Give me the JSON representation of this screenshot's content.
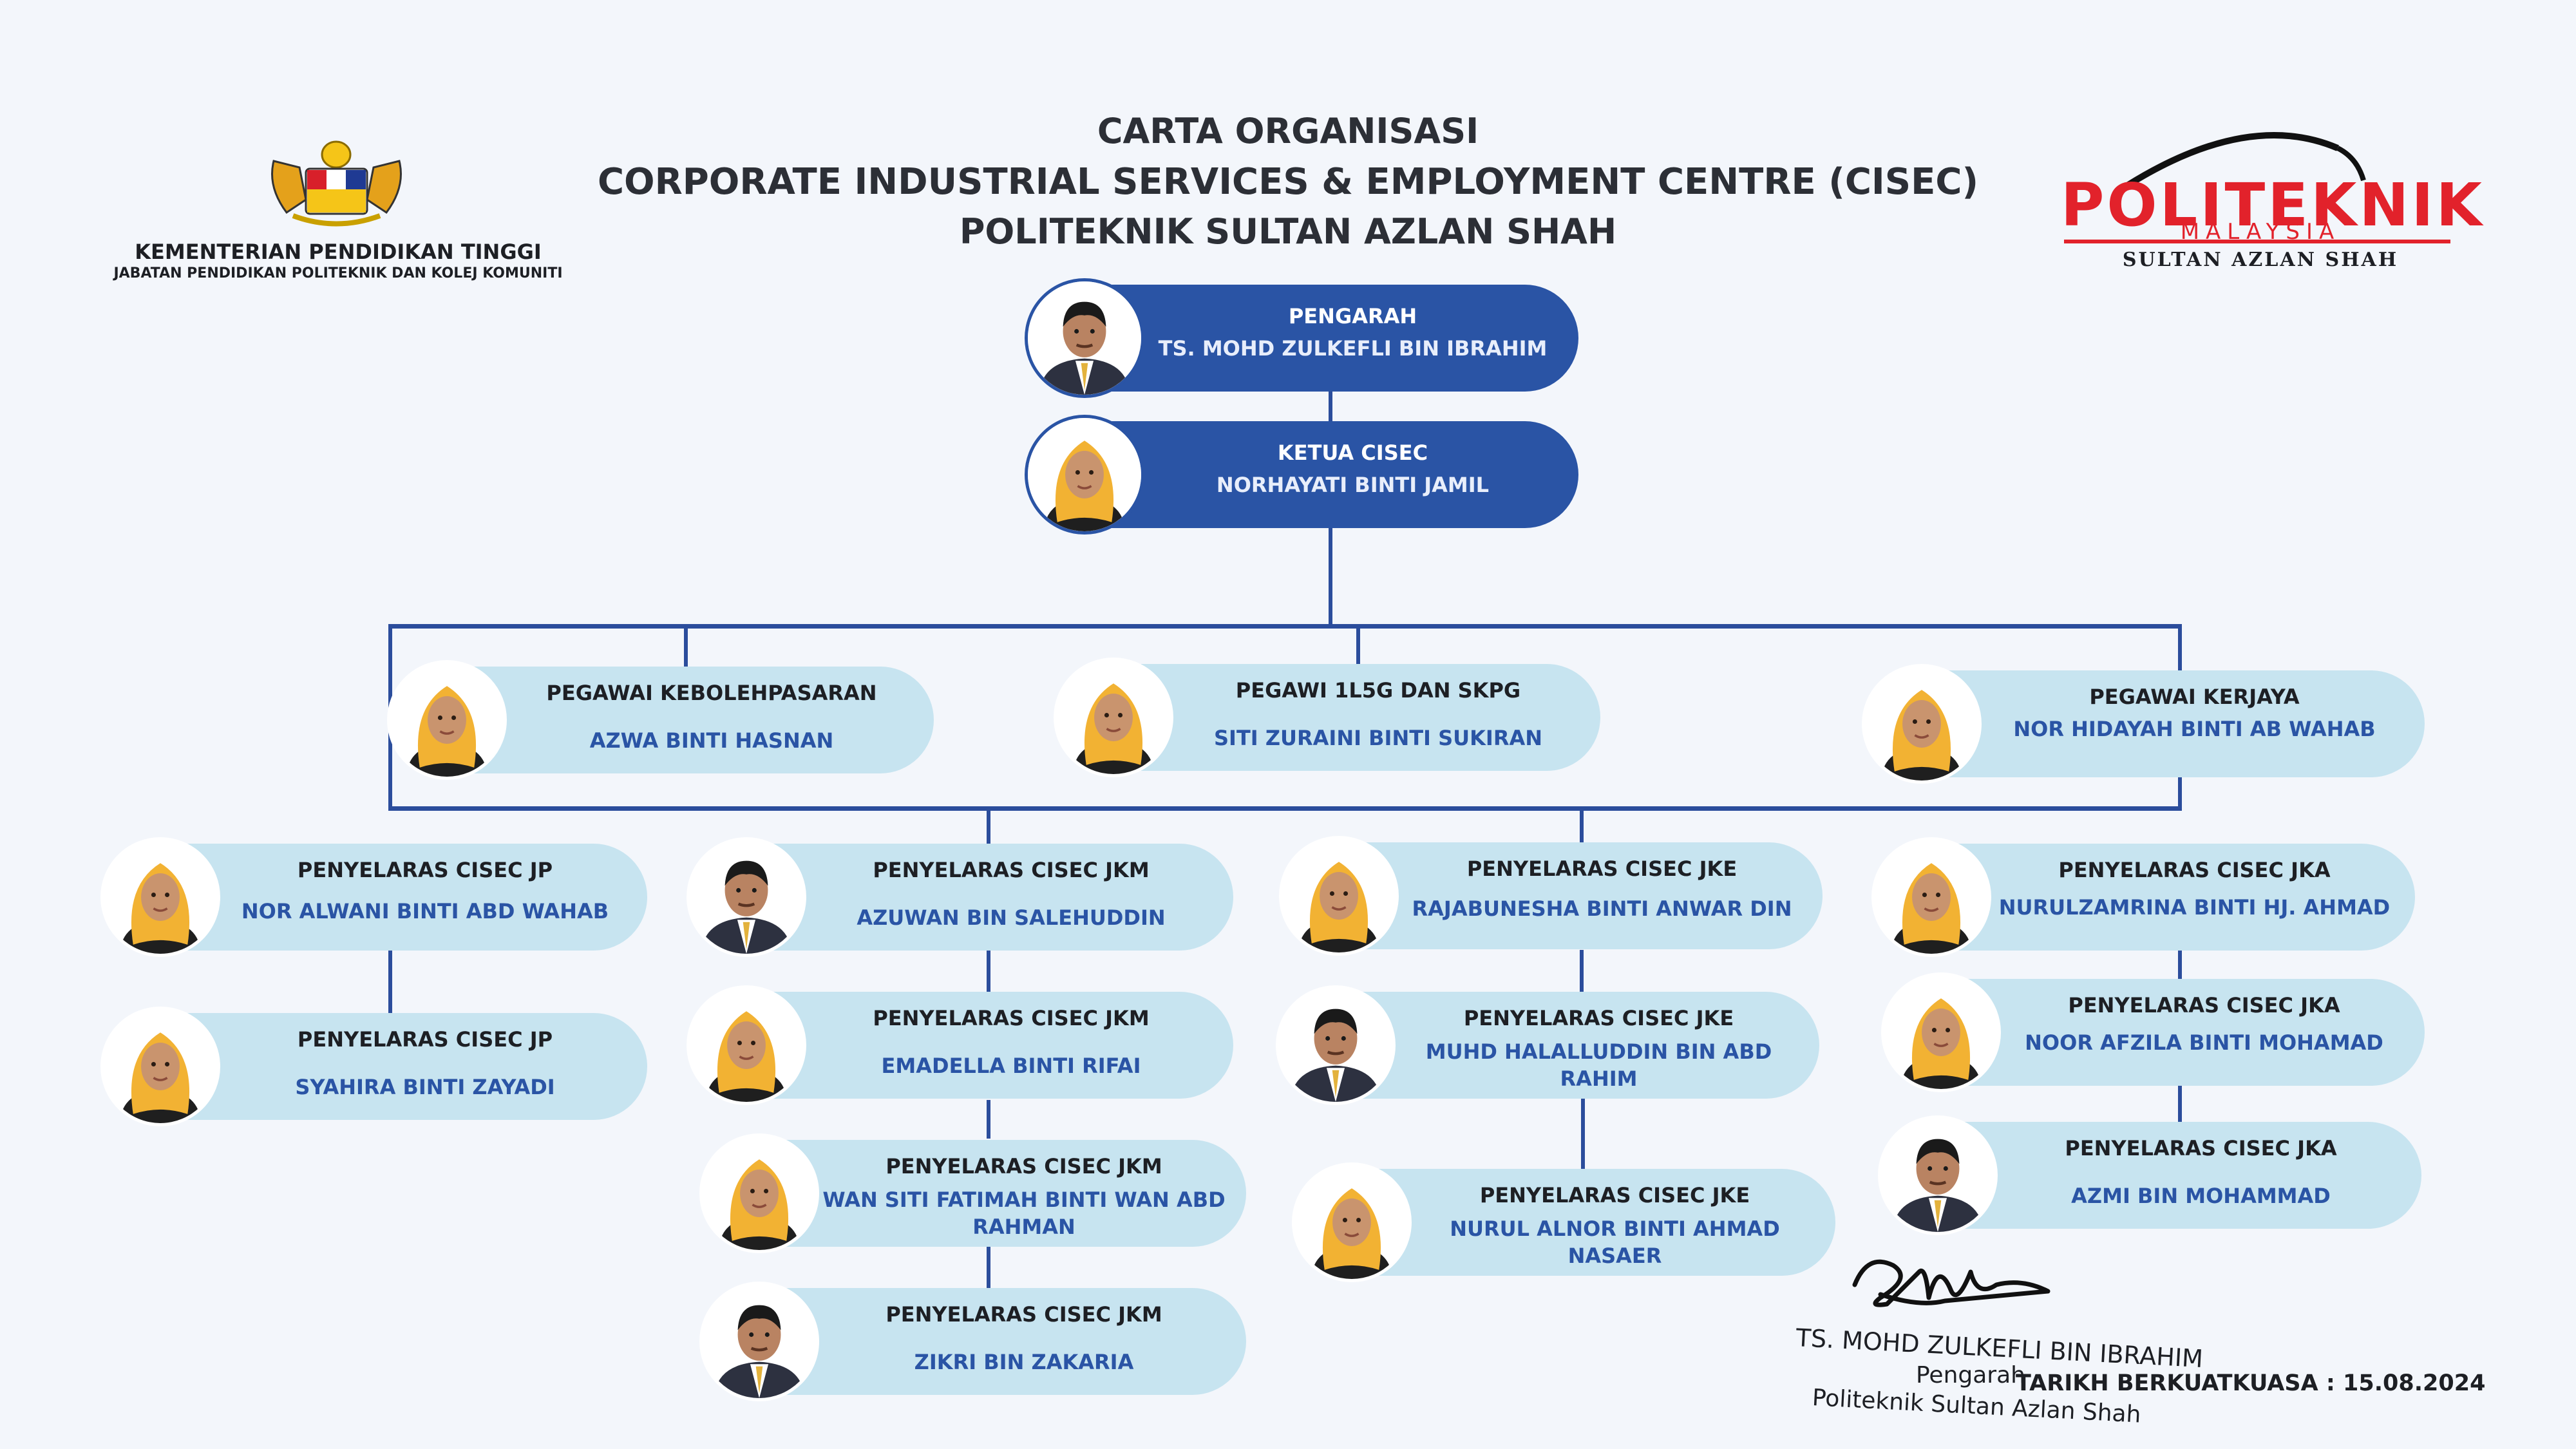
{
  "header": {
    "title1": "CARTA ORGANISASI",
    "title2": "CORPORATE INDUSTRIAL SERVICES & EMPLOYMENT CENTRE (CISEC)",
    "title3": "POLITEKNIK SULTAN AZLAN SHAH",
    "ministry_name": "KEMENTERIAN PENDIDIKAN TINGGI",
    "department_name": "JABATAN PENDIDIKAN POLITEKNIK DAN KOLEJ KOMUNITI",
    "logo_main": "POLITEKNIK",
    "logo_sub": "MALAYSIA",
    "logo_campus": "SULTAN AZLAN SHAH"
  },
  "colors": {
    "accent": "#2a54a5",
    "card_light": "#c7e4f0",
    "logo_red": "#e2222b",
    "hijab": "#f2b233"
  },
  "org": {
    "pengarah": {
      "role": "PENGARAH",
      "name": "TS. MOHD ZULKEFLI BIN IBRAHIM"
    },
    "ketua": {
      "role": "KETUA CISEC",
      "name": "NORHAYATI BINTI JAMIL"
    },
    "officers": [
      {
        "role": "PEGAWAI KEBOLEHPASARAN",
        "name": "AZWA BINTI HASNAN"
      },
      {
        "role": "PEGAWI 1L5G DAN SKPG",
        "name": "SITI ZURAINI BINTI SUKIRAN"
      },
      {
        "role": "PEGAWAI KERJAYA",
        "name": "NOR HIDAYAH BINTI AB WAHAB"
      }
    ],
    "jp": [
      {
        "role": "PENYELARAS CISEC JP",
        "name": "NOR ALWANI BINTI ABD WAHAB"
      },
      {
        "role": "PENYELARAS CISEC JP",
        "name": "SYAHIRA BINTI ZAYADI"
      }
    ],
    "jkm": [
      {
        "role": "PENYELARAS CISEC JKM",
        "name": "AZUWAN BIN SALEHUDDIN"
      },
      {
        "role": "PENYELARAS CISEC JKM",
        "name": "EMADELLA BINTI RIFAI"
      },
      {
        "role": "PENYELARAS CISEC JKM",
        "name": "WAN SITI FATIMAH BINTI WAN ABD RAHMAN"
      },
      {
        "role": "PENYELARAS CISEC JKM",
        "name": "ZIKRI BIN ZAKARIA"
      }
    ],
    "jke": [
      {
        "role": "PENYELARAS CISEC JKE",
        "name": "RAJABUNESHA BINTI ANWAR DIN"
      },
      {
        "role": "PENYELARAS CISEC JKE",
        "name": "MUHD HALALLUDDIN BIN ABD RAHIM"
      },
      {
        "role": "PENYELARAS CISEC JKE",
        "name": "NURUL ALNOR BINTI AHMAD NASAER"
      }
    ],
    "jka": [
      {
        "role": "PENYELARAS CISEC JKA",
        "name": "NURULZAMRINA BINTI HJ. AHMAD"
      },
      {
        "role": "PENYELARAS CISEC JKA",
        "name": "NOOR AFZILA BINTI MOHAMAD"
      },
      {
        "role": "PENYELARAS CISEC JKA",
        "name": "AZMI BIN MOHAMMAD"
      }
    ]
  },
  "signature": {
    "name": "TS. MOHD ZULKEFLI BIN IBRAHIM",
    "title": "Pengarah",
    "institution": "Politeknik Sultan Azlan Shah",
    "effective_date": "TARIKH BERKUATKUASA : 15.08.2024"
  }
}
